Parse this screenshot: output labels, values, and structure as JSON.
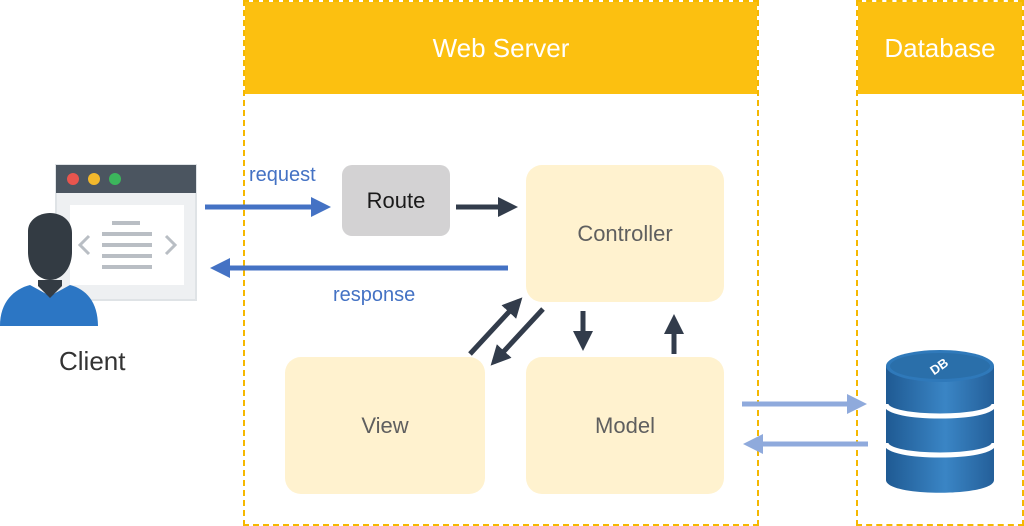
{
  "containers": {
    "web_server": "Web Server",
    "database": "Database"
  },
  "client": {
    "label": "Client"
  },
  "nodes": {
    "route": "Route",
    "controller": "Controller",
    "view": "View",
    "model": "Model"
  },
  "edges": {
    "request": "request",
    "response": "response"
  },
  "db_icon": {
    "label": "DB",
    "icon": "database-cylinder-icon"
  },
  "colors": {
    "header_yellow": "#fcc010",
    "dashed_border": "#f5b800",
    "box_light": "#fff2cf",
    "route_gray": "#d3d2d3",
    "arrow_blue": "#4472c4",
    "arrow_dark": "#323c4b",
    "arrow_light_blue": "#8faadc",
    "db_blue": "#2e6da4"
  }
}
